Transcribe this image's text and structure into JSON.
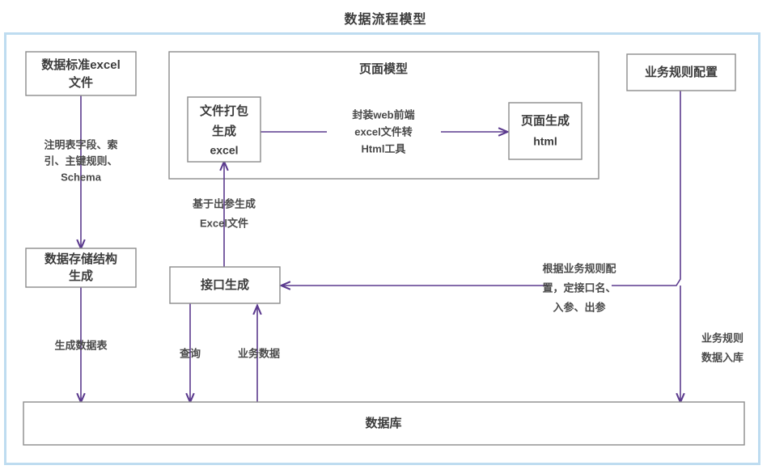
{
  "diagram": {
    "title": "数据流程模型",
    "accent_color": "#5b3a8e",
    "frame_color": "#bedcf0",
    "node_border_color": "#8c8c8c",
    "group": {
      "page_model_title": "页面模型"
    },
    "nodes": {
      "data_standard_excel": {
        "line1": "数据标准excel",
        "line2": "文件"
      },
      "data_storage_struct": {
        "line1": "数据存储结构",
        "line2": "生成"
      },
      "file_package": {
        "line1": "文件打包",
        "line2": "生成",
        "line3": "excel"
      },
      "page_generate": {
        "line1": "页面生成",
        "line2": "html"
      },
      "interface_generate": {
        "line1": "接口生成"
      },
      "business_rule_config": {
        "line1": "业务规则配置"
      },
      "database": {
        "line1": "数据库"
      }
    },
    "edges": {
      "standard_to_storage": {
        "line1": "注明表字段、索",
        "line2": "引、主键规则、",
        "line3": "Schema"
      },
      "storage_to_db": {
        "line1": "生成数据表"
      },
      "package_to_page": {
        "line1": "封装web前端",
        "line2": "excel文件转",
        "line3": "Html工具"
      },
      "interface_to_package": {
        "line1": "基于出参生成",
        "line2": "Excel文件"
      },
      "interface_query_db": {
        "line1": "查询"
      },
      "db_to_interface": {
        "line1": "业务数据"
      },
      "rule_to_interface": {
        "line1": "根据业务规则配",
        "line2": "置，定接口名、",
        "line3": "入参、出参"
      },
      "rule_to_db": {
        "line1": "业务规则",
        "line2": "数据入库"
      }
    }
  }
}
